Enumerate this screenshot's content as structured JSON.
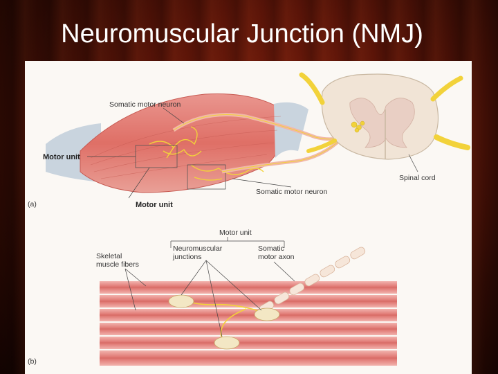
{
  "slide": {
    "title": "Neuromuscular Junction (NMJ)"
  },
  "figure": {
    "part_a": {
      "tag": "(a)",
      "somatic_motor_neuron_top": "Somatic motor neuron",
      "somatic_motor_neuron_bottom": "Somatic motor neuron",
      "motor_unit_left": "Motor unit",
      "motor_unit_bottom": "Motor unit",
      "spinal_cord": "Spinal cord"
    },
    "part_b": {
      "tag": "(b)",
      "motor_unit": "Motor unit",
      "skeletal_line1": "Skeletal",
      "skeletal_line2": "muscle fibers",
      "nmj_line1": "Neuromuscular",
      "nmj_line2": "junctions",
      "axon_line1": "Somatic",
      "axon_line2": "motor axon"
    }
  },
  "colors": {
    "muscle": "#e07a72",
    "nerve": "#f2d23a",
    "cord": "#f1e4d6",
    "background": "#5a1408"
  }
}
